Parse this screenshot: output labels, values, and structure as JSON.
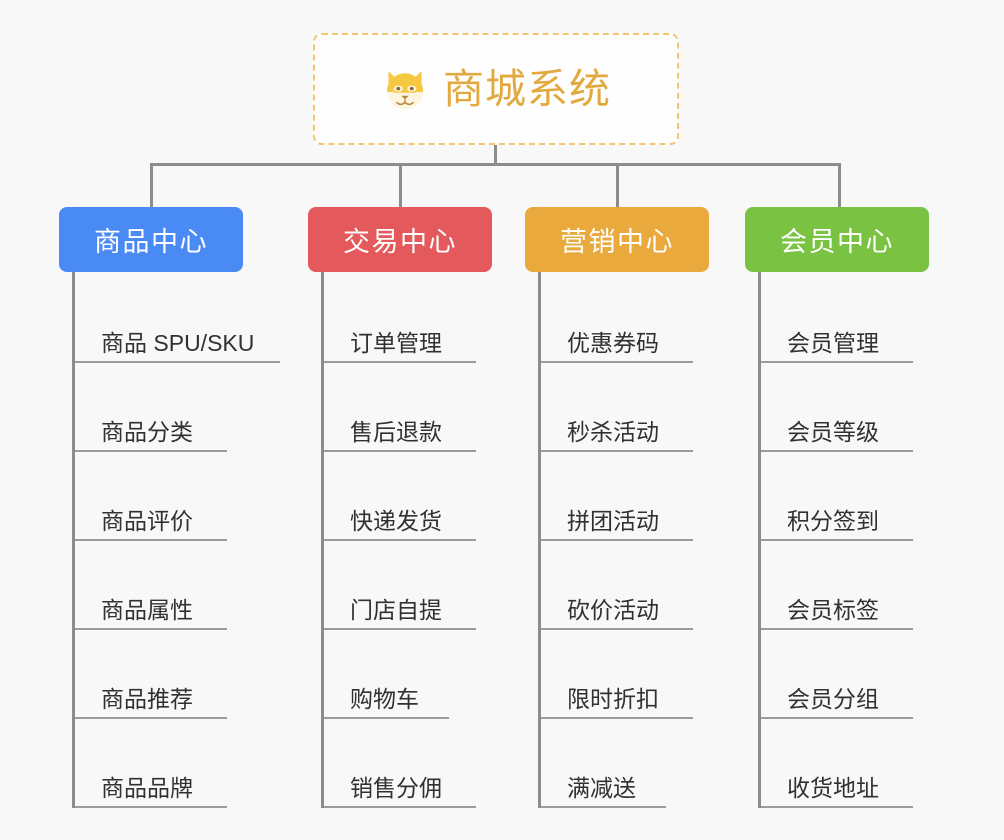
{
  "background_color": "#f8f8f8",
  "root": {
    "icon": "shiba-dog-face-icon",
    "title": "商城系统",
    "title_color": "#e2a93f",
    "border_color": "#f3c571",
    "background_color": "#fefefe"
  },
  "connector_color": "#8c8c8c",
  "columns": [
    {
      "id": "product-center",
      "title": "商品中心",
      "color": "#4a8af4",
      "items": [
        {
          "label": "商品 SPU/SKU",
          "rule_width": 205
        },
        {
          "label": "商品分类",
          "rule_width": 152
        },
        {
          "label": "商品评价",
          "rule_width": 152
        },
        {
          "label": "商品属性",
          "rule_width": 152
        },
        {
          "label": "商品推荐",
          "rule_width": 152
        },
        {
          "label": "商品品牌",
          "rule_width": 152
        }
      ]
    },
    {
      "id": "trade-center",
      "title": "交易中心",
      "color": "#e4595b",
      "items": [
        {
          "label": "订单管理",
          "rule_width": 152
        },
        {
          "label": "售后退款",
          "rule_width": 152
        },
        {
          "label": "快递发货",
          "rule_width": 152
        },
        {
          "label": "门店自提",
          "rule_width": 152
        },
        {
          "label": "购物车",
          "rule_width": 125
        },
        {
          "label": "销售分佣",
          "rule_width": 152
        }
      ]
    },
    {
      "id": "marketing-center",
      "title": "营销中心",
      "color": "#eaa93c",
      "items": [
        {
          "label": "优惠券码",
          "rule_width": 152
        },
        {
          "label": "秒杀活动",
          "rule_width": 152
        },
        {
          "label": "拼团活动",
          "rule_width": 152
        },
        {
          "label": "砍价活动",
          "rule_width": 152
        },
        {
          "label": "限时折扣",
          "rule_width": 152
        },
        {
          "label": "满减送",
          "rule_width": 125
        }
      ]
    },
    {
      "id": "member-center",
      "title": "会员中心",
      "color": "#79c242",
      "items": [
        {
          "label": "会员管理",
          "rule_width": 152
        },
        {
          "label": "会员等级",
          "rule_width": 152
        },
        {
          "label": "积分签到",
          "rule_width": 152
        },
        {
          "label": "会员标签",
          "rule_width": 152
        },
        {
          "label": "会员分组",
          "rule_width": 152
        },
        {
          "label": "收货地址",
          "rule_width": 152
        }
      ]
    }
  ]
}
